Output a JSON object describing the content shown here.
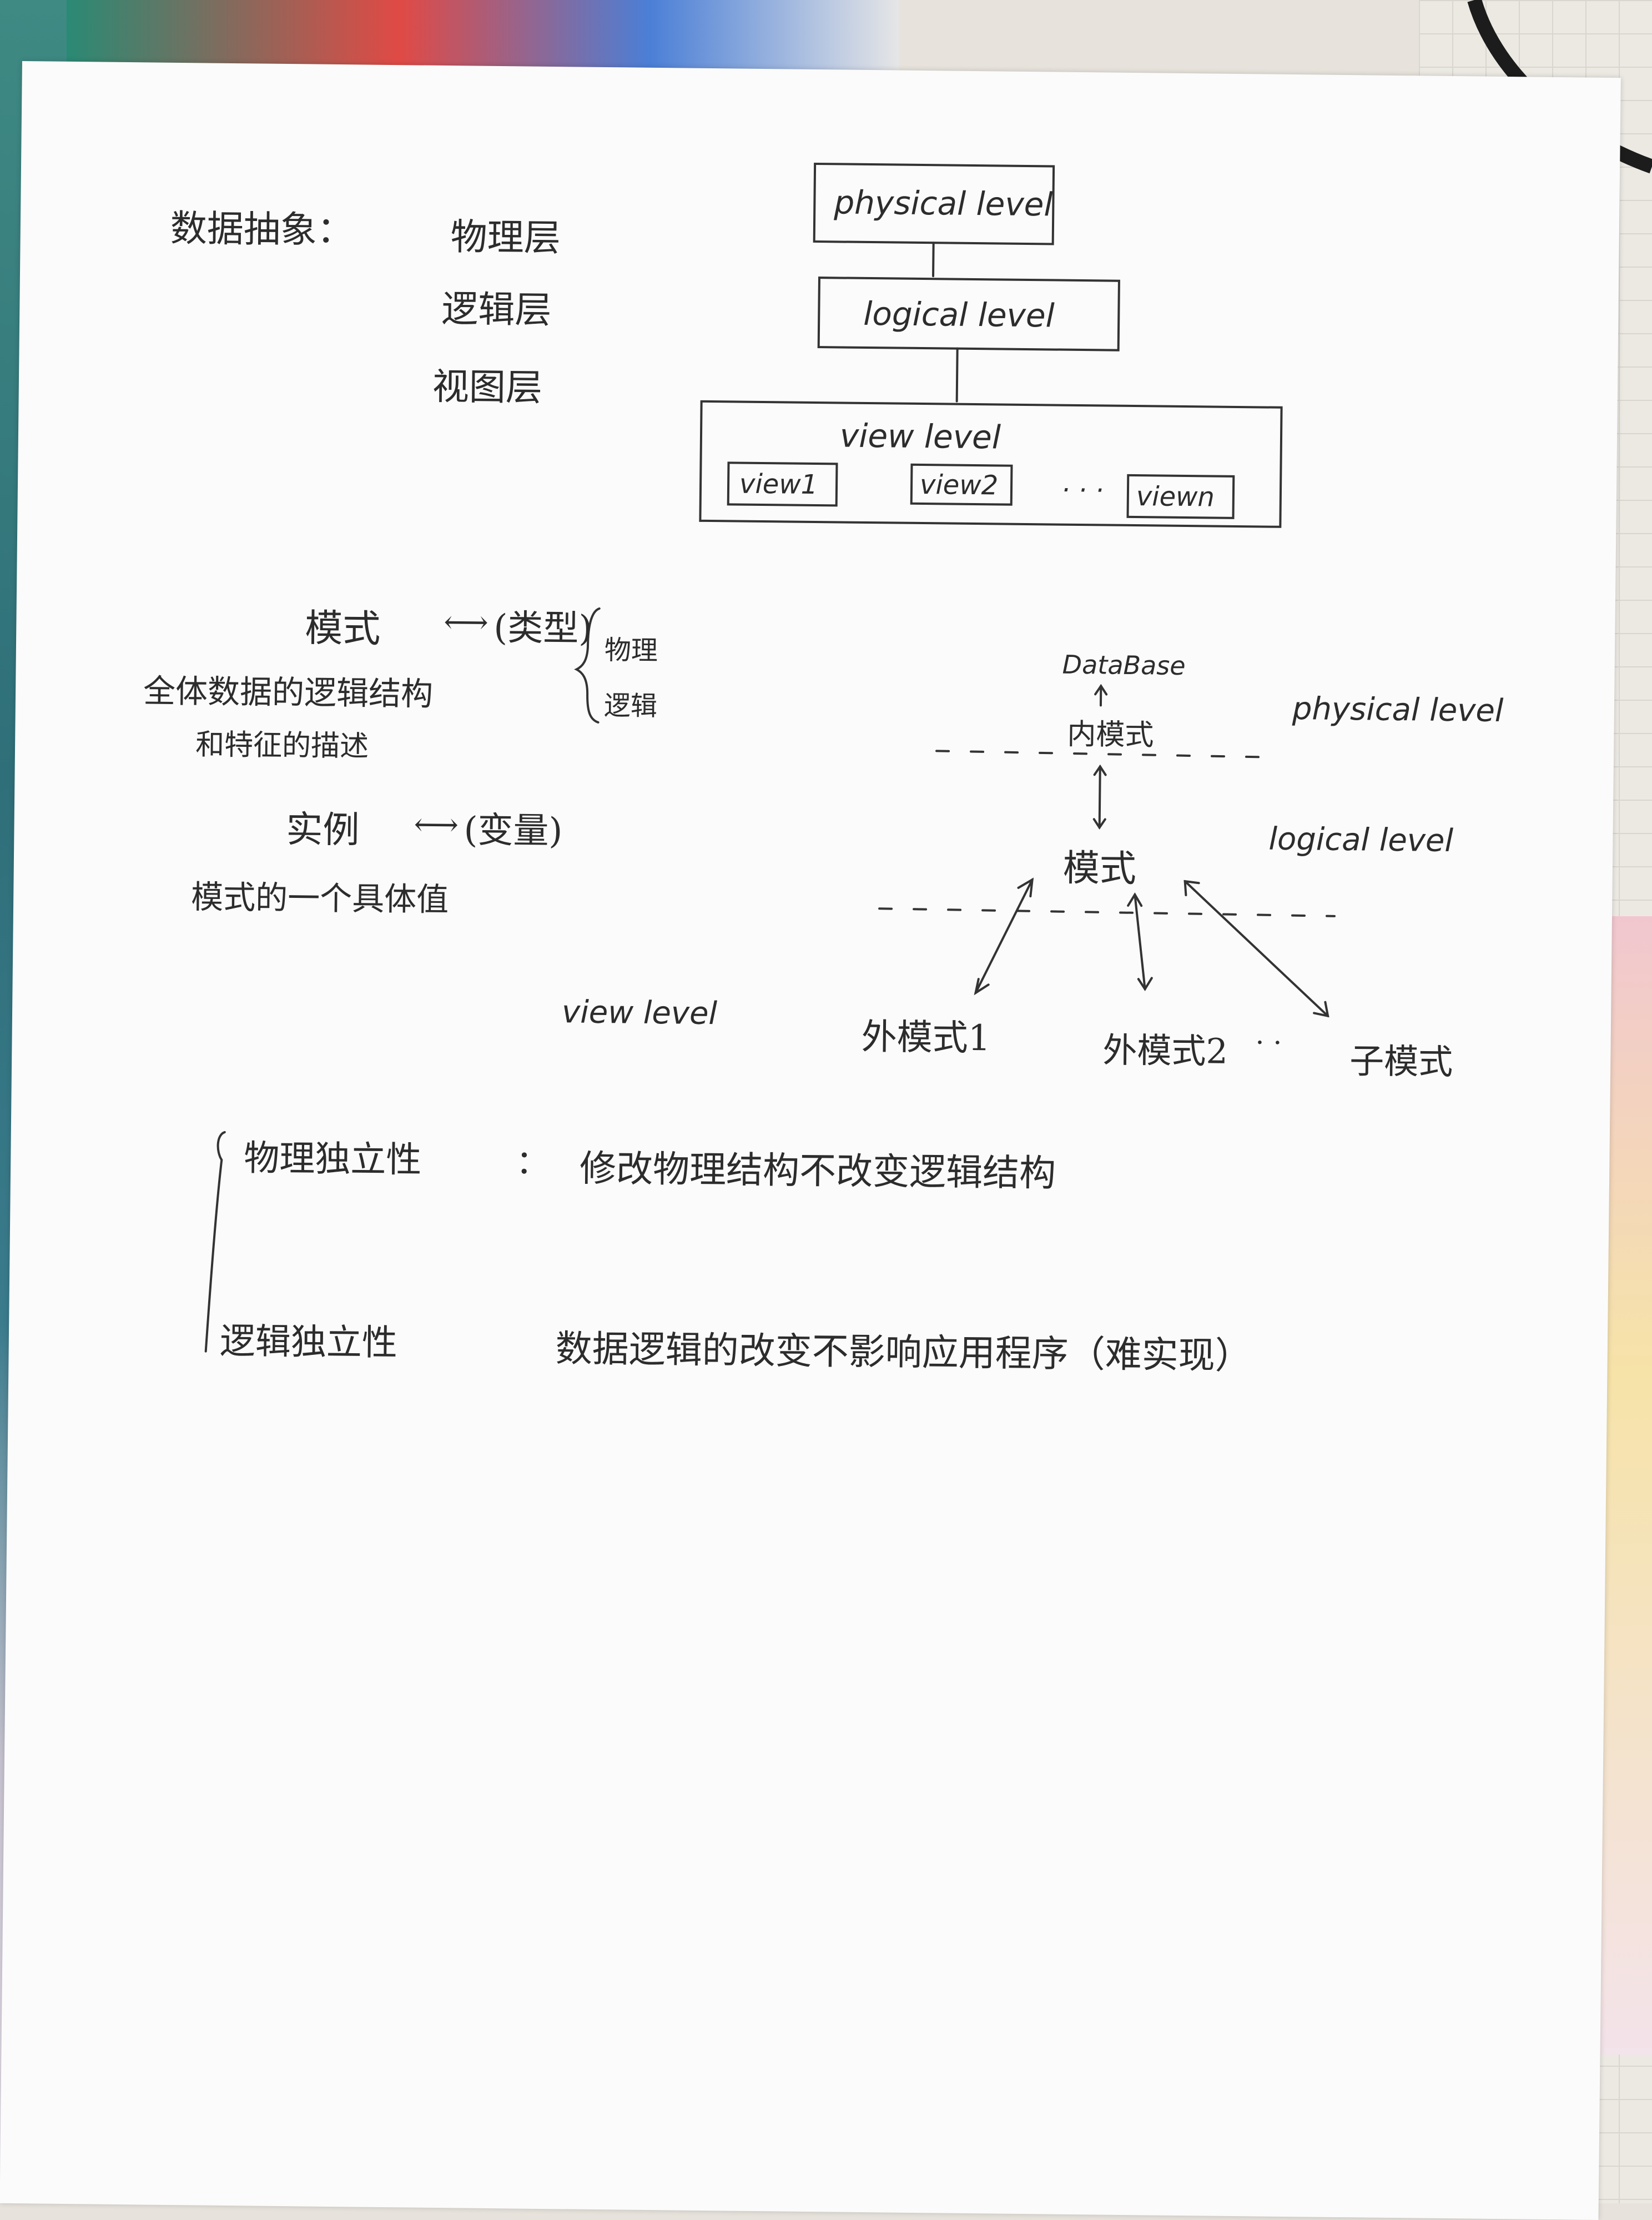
{
  "abstraction": {
    "title": "数据抽象：",
    "levels": [
      "物理层",
      "逻辑层",
      "视图层"
    ]
  },
  "levels_diagram": {
    "physical": "physical level",
    "logical": "logical level",
    "view": "view level",
    "views": [
      "view1",
      "view2",
      "viewn"
    ],
    "dots": "· · ·"
  },
  "schema": {
    "term": "模式",
    "analogy": "(类型)",
    "arrow": "⟷",
    "brace_items": [
      "物理",
      "逻辑"
    ],
    "definition_line1": "全体数据的逻辑结构",
    "definition_line2": "和特征的描述"
  },
  "instance": {
    "term": "实例",
    "analogy": "(变量)",
    "arrow": "⟷",
    "definition": "模式的一个具体值"
  },
  "schema_diagram": {
    "database": "DataBase",
    "internal_schema": "内模式",
    "schema": "模式",
    "external_schemas": [
      "外模式1",
      "外模式2",
      "子模式"
    ],
    "dots": "· ·",
    "physical_level": "physical level",
    "logical_level": "logical level",
    "view_level": "view level"
  },
  "independence": {
    "physical_label": "物理独立性",
    "physical_colon": "：",
    "physical_desc": "修改物理结构不改变逻辑结构",
    "logical_label": "逻辑独立性",
    "logical_desc": "数据逻辑的改变不影响应用程序（难实现）"
  }
}
